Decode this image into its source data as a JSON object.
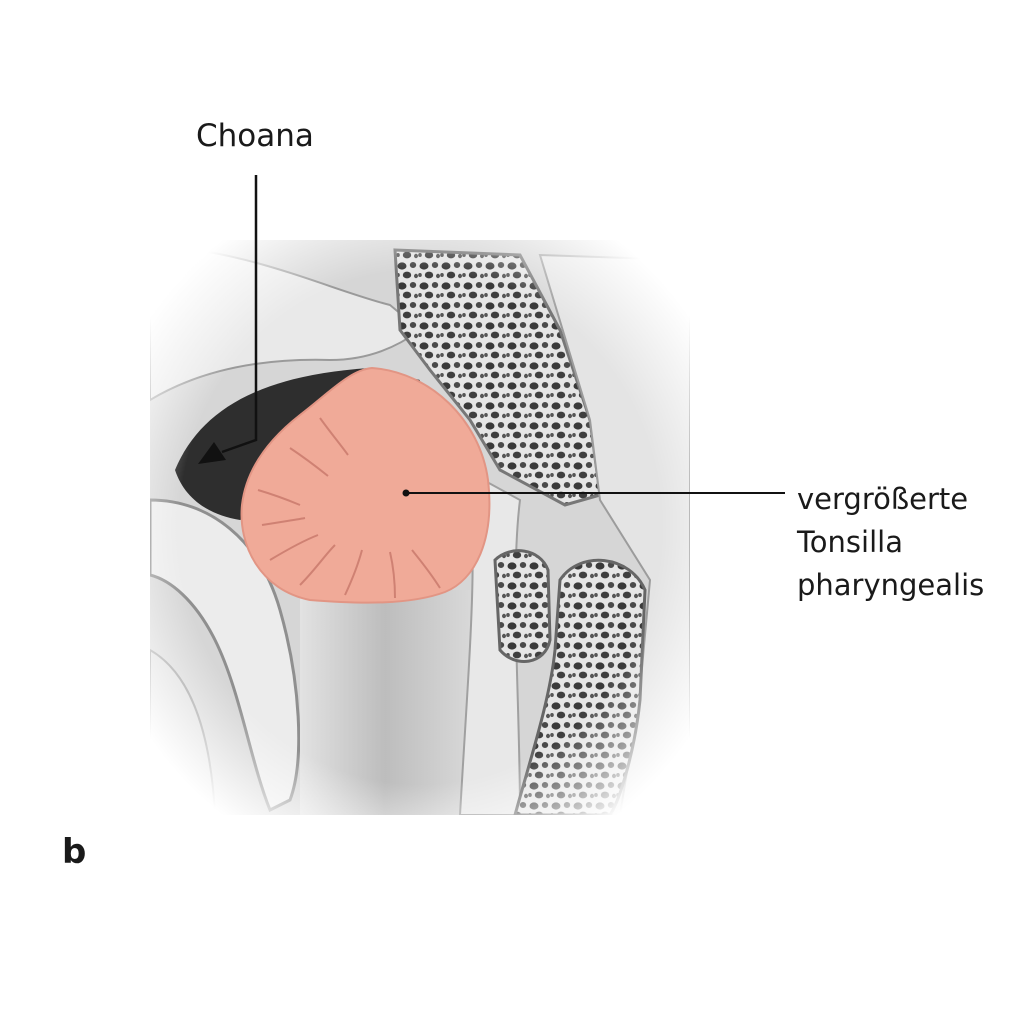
{
  "figure": {
    "panel_letter": "b",
    "labels": {
      "choana": "Choana",
      "tonsil_line1": "vergrößerte",
      "tonsil_line2": "Tonsilla",
      "tonsil_line3": "pharyngealis"
    }
  },
  "colors": {
    "tonsil_fill": "#f0aa98",
    "cavity_dark": "#303030",
    "tissue_gray": "#cfcfcf",
    "leader_line": "#111111"
  }
}
